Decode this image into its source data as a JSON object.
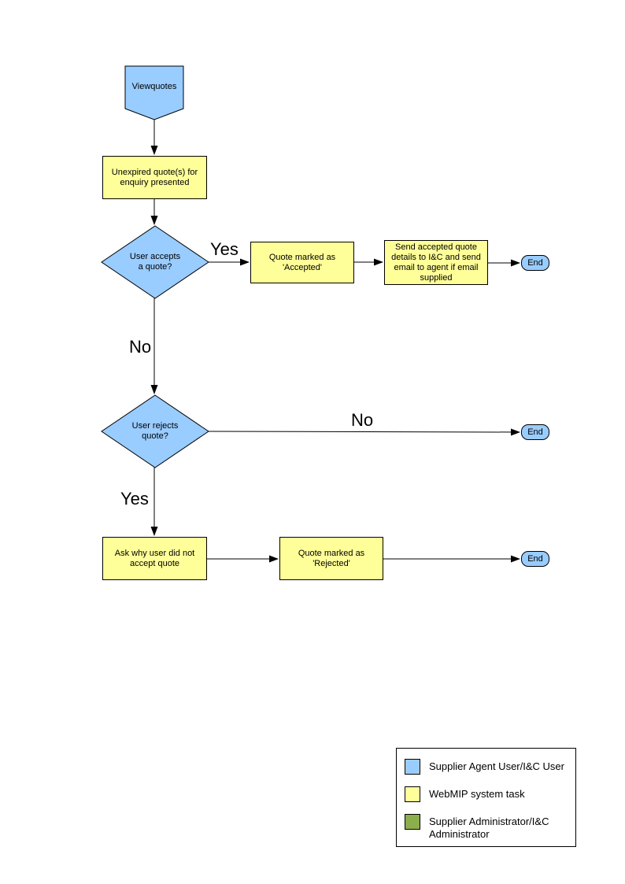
{
  "colors": {
    "actor_blue": "#99CCFF",
    "task_yellow": "#FFFF99",
    "admin_green": "#8CAE4C",
    "outline": "#000000",
    "background": "#FFFFFF"
  },
  "flowchart": {
    "start": {
      "label": "Viewquotes"
    },
    "process_unexpired": {
      "label": "Unexpired quote(s) for enquiry presented"
    },
    "decision_accepts": {
      "label": "User accepts a quote?"
    },
    "process_accepted": {
      "label": "Quote marked as 'Accepted'"
    },
    "process_send_details": {
      "label": "Send accepted quote details to I&C and send email to agent if email supplied"
    },
    "decision_rejects": {
      "label": "User rejects quote?"
    },
    "process_ask_why": {
      "label": "Ask why user did not accept quote"
    },
    "process_rejected": {
      "label": "Quote marked as 'Rejected'"
    },
    "end_accepted": {
      "label": "End"
    },
    "end_not_rejected": {
      "label": "End"
    },
    "end_rejected": {
      "label": "End"
    },
    "edge_labels": {
      "accepts_yes": "Yes",
      "accepts_no": "No",
      "rejects_no": "No",
      "rejects_yes": "Yes"
    }
  },
  "legend": {
    "items": [
      {
        "label": "Supplier Agent User/I&C User",
        "color": "#99CCFF"
      },
      {
        "label": "WebMIP system task",
        "color": "#FFFF99"
      },
      {
        "label": "Supplier Administrator/I&C Administrator",
        "color": "#8CAE4C"
      }
    ]
  }
}
